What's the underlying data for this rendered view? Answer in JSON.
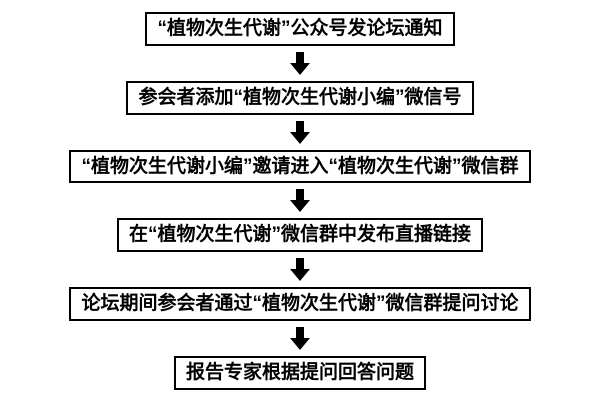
{
  "diagram": {
    "title": "forum-wechat-participation-flow",
    "steps": [
      "“植物次生代谢”公众号发论坛通知",
      "参会者添加“植物次生代谢小编”微信号",
      "“植物次生代谢小编”邀请进入“植物次生代谢”微信群",
      "在“植物次生代谢”微信群中发布直播链接",
      "论坛期间参会者通过“植物次生代谢”微信群提问讨论",
      "报告专家根据提问回答问题"
    ],
    "colors": {
      "box_border": "#000000",
      "box_background": "#ffffff",
      "arrow": "#000000",
      "text": "#000000"
    }
  }
}
